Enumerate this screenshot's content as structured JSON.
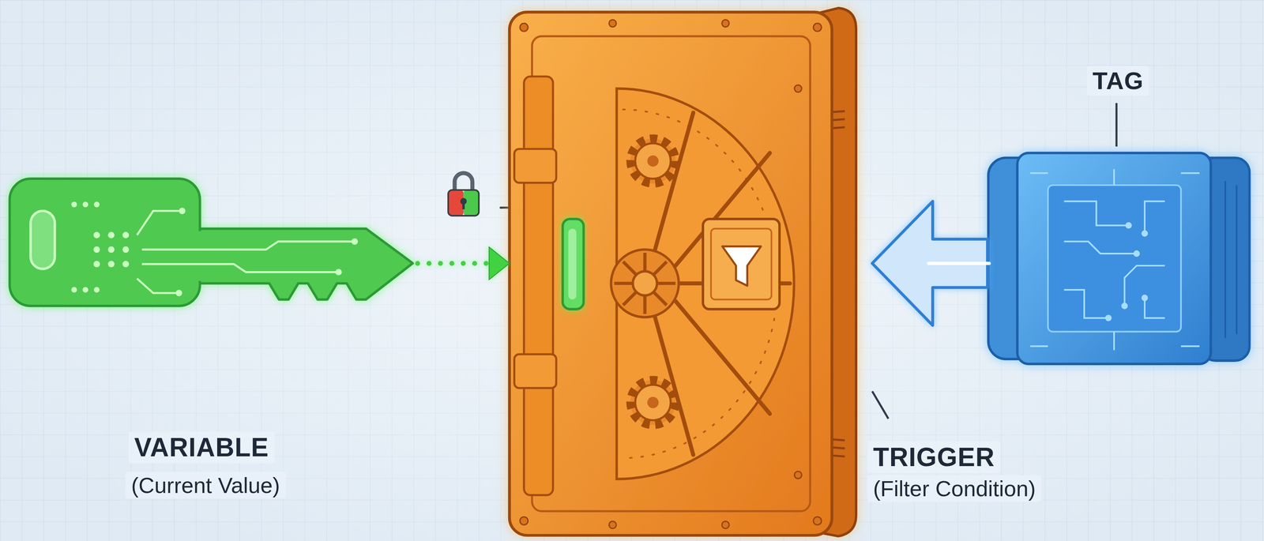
{
  "diagram": {
    "nodes": [
      {
        "text": [
          "VARIABLE",
          "(Current Value)"
        ]
      },
      {
        "text": [
          "TRIGGER",
          "(Filter Condition)"
        ]
      },
      {
        "text": [
          "TAG"
        ]
      }
    ],
    "edges": [
      {
        "from": 0,
        "to": 1,
        "arrow": "to"
      },
      {
        "from": 2,
        "to": 1,
        "arrow": "to"
      }
    ]
  }
}
